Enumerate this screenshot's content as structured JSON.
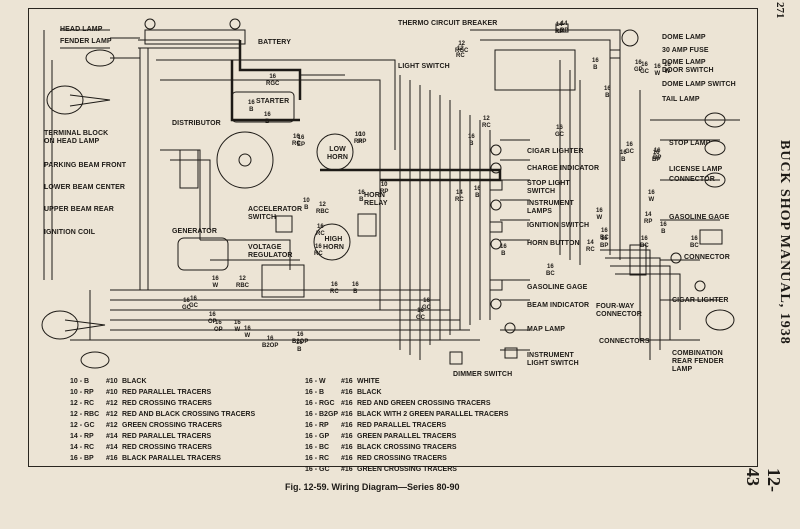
{
  "header": {
    "page_number_top": "271",
    "side_title": "BUCK SHOP MANUAL, 1938",
    "page_number_bottom": "12-43"
  },
  "caption": "Fig. 12-59.   Wiring Diagram—Series 80-90",
  "components": {
    "head_lamp": "HEAD LAMP",
    "fender_lamp": "FENDER LAMP",
    "battery": "BATTERY",
    "thermo_breaker": "THERMO CIRCUIT BREAKER",
    "dome_lamp": "DOME LAMP",
    "fuse": "30 AMP FUSE",
    "dome_switch": "DOME LAMP\nDOOR SWITCH",
    "dome_lamp_switch": "DOME LAMP SWITCH",
    "light_switch": "LIGHT SWITCH",
    "tail_lamp": "TAIL LAMP",
    "starter": "STARTER",
    "distributor": "DISTRIBUTOR",
    "terminal_block": "TERMINAL BLOCK\nON HEAD LAMP",
    "parking_beam": "PARKING BEAM FRONT",
    "lower_beam": "LOWER BEAM CENTER",
    "upper_beam": "UPPER BEAM REAR",
    "ignition_coil": "IGNITION COIL",
    "low_horn": "LOW\nHORN",
    "horn_relay": "HORN\nRELAY",
    "high_horn": "HIGH\nHORN",
    "accelerator_switch": "ACCELERATOR\nSWITCH",
    "generator": "GENERATOR",
    "voltage_regulator": "VOLTAGE\nREGULATOR",
    "cigar_lighter": "CIGAR LIGHTER",
    "charge_indicator": "CHARGE INDICATOR",
    "stop_light_switch": "STOP LIGHT\nSWITCH",
    "instrument_lamps": "INSTRUMENT\nLAMPS",
    "ignition_switch": "IGNITION SWITCH",
    "horn_button": "HORN BUTTON",
    "gasoline_gage": "GASOLINE GAGE",
    "beam_indicator": "BEAM INDICATOR",
    "map_lamp": "MAP LAMP",
    "instrument_light_switch": "INSTRUMENT\nLIGHT SWITCH",
    "dimmer_switch": "DIMMER SWITCH",
    "stop_lamp": "STOP LAMP",
    "license_lamp": "LICENSE LAMP",
    "connector": "CONNECTOR",
    "gasoline_gage_rear": "GASOLINE GAGE",
    "connector2": "CONNECTOR",
    "four_way": "FOUR-WAY\nCONNECTOR",
    "cigar_lighter_rear": "CIGAR LIGHTER",
    "connectors": "CONNECTORS",
    "combination_lamp": "COMBINATION\nREAR FENDER\nLAMP"
  },
  "wire_labels": [
    "16\nRGC",
    "16\nB",
    "10\nRP",
    "16\nB",
    "16\nRC",
    "16\nEP",
    "10\nRP",
    "10\nB",
    "12\nRBC",
    "16\nRC",
    "16\nB",
    "16\nRC",
    "16\nW",
    "12\nRBC",
    "16\nRC",
    "16\nB",
    "16\nGC",
    "16\nOP",
    "16\nW",
    "16\nB2OP",
    "16\nB",
    "12\nRC",
    "12\nRGC",
    "14\nRP",
    "16\nB",
    "16\nGC",
    "12\nRC",
    "16\nB",
    "14\nRC",
    "16\nB",
    "16\nW",
    "14\nRC",
    "16\nBC",
    "16\nBP",
    "16\nW",
    "16\nBC",
    "16\nGC",
    "16\nGC",
    "16\nW",
    "16\nB",
    "16\nB",
    "16\nGC",
    "16\nGC",
    "14\nRP",
    "16\nBP",
    "16\nB",
    "16\nBC",
    "16\nBP",
    "14\nRP",
    "16\nB",
    "16\nGP",
    "16\nW",
    "16\nBC",
    "10\nRP",
    "16\nB2OP",
    "16\nOP",
    "16\nW",
    "16\nGC"
  ],
  "legend": {
    "left": [
      {
        "code": "10 - B",
        "gauge": "#10",
        "desc": "BLACK"
      },
      {
        "code": "10 - RP",
        "gauge": "#10",
        "desc": "RED PARALLEL TRACERS"
      },
      {
        "code": "12 - RC",
        "gauge": "#12",
        "desc": "RED CROSSING TRACERS"
      },
      {
        "code": "12 - RBC",
        "gauge": "#12",
        "desc": "RED AND BLACK CROSSING TRACERS"
      },
      {
        "code": "12 - GC",
        "gauge": "#12",
        "desc": "GREEN CROSSING TRACERS"
      },
      {
        "code": "14 - RP",
        "gauge": "#14",
        "desc": "RED PARALLEL TRACERS"
      },
      {
        "code": "14 - RC",
        "gauge": "#14",
        "desc": "RED CROSSING TRACERS"
      },
      {
        "code": "16 - BP",
        "gauge": "#16",
        "desc": "BLACK PARALLEL TRACERS"
      }
    ],
    "right": [
      {
        "code": "16 - W",
        "gauge": "#16",
        "desc": "WHITE"
      },
      {
        "code": "16 - B",
        "gauge": "#16",
        "desc": "BLACK"
      },
      {
        "code": "16 - RGC",
        "gauge": "#16",
        "desc": "RED AND GREEN CROSSING TRACERS"
      },
      {
        "code": "16 - B2GP",
        "gauge": "#16",
        "desc": "BLACK WITH 2 GREEN PARALLEL TRACERS"
      },
      {
        "code": "16 - RP",
        "gauge": "#16",
        "desc": "RED PARALLEL TRACERS"
      },
      {
        "code": "16 - GP",
        "gauge": "#16",
        "desc": "GREEN PARALLEL TRACERS"
      },
      {
        "code": "16 - BC",
        "gauge": "#16",
        "desc": "BLACK CROSSING TRACERS"
      },
      {
        "code": "16 - RC",
        "gauge": "#16",
        "desc": "RED CROSSING TRACERS"
      },
      {
        "code": "16 - GC",
        "gauge": "#16",
        "desc": "GREEN CROSSING TRACERS"
      }
    ]
  },
  "colors": {
    "paper": "#ece4d5",
    "ink": "#1d1a16"
  }
}
